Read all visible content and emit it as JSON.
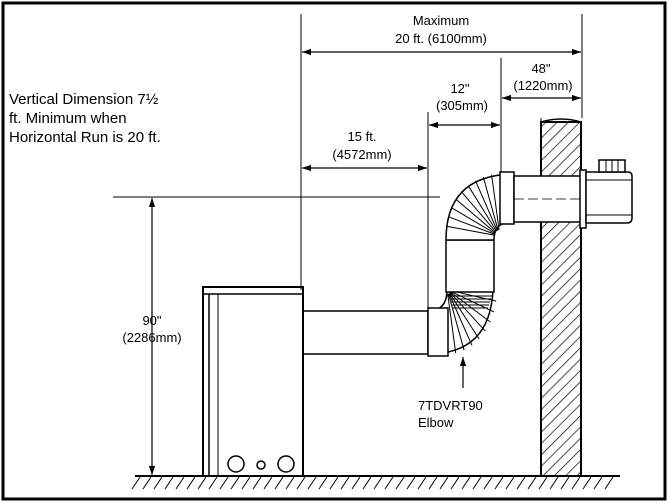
{
  "dimensions": {
    "maximum_line1": "Maximum",
    "maximum_line2": "20 ft. (6100mm)",
    "wall_line1": "48\"",
    "wall_line2": "(1220mm)",
    "twelve_line1": "12\"",
    "twelve_line2": "(305mm)",
    "fifteen_line1": "15 ft.",
    "fifteen_line2": "(4572mm)",
    "height_line1": "90\"",
    "height_line2": "(2286mm)"
  },
  "note": {
    "line1": "Vertical Dimension 7½",
    "line2": "ft. Minimum when",
    "line3": "Horizontal Run is 20 ft."
  },
  "elbow": {
    "line1": "7TDVRT90",
    "line2": "Elbow"
  },
  "icons": [
    "water-heater-icon",
    "vent-elbow-icon",
    "wall-icon",
    "vent-terminal-icon",
    "ground-icon"
  ]
}
